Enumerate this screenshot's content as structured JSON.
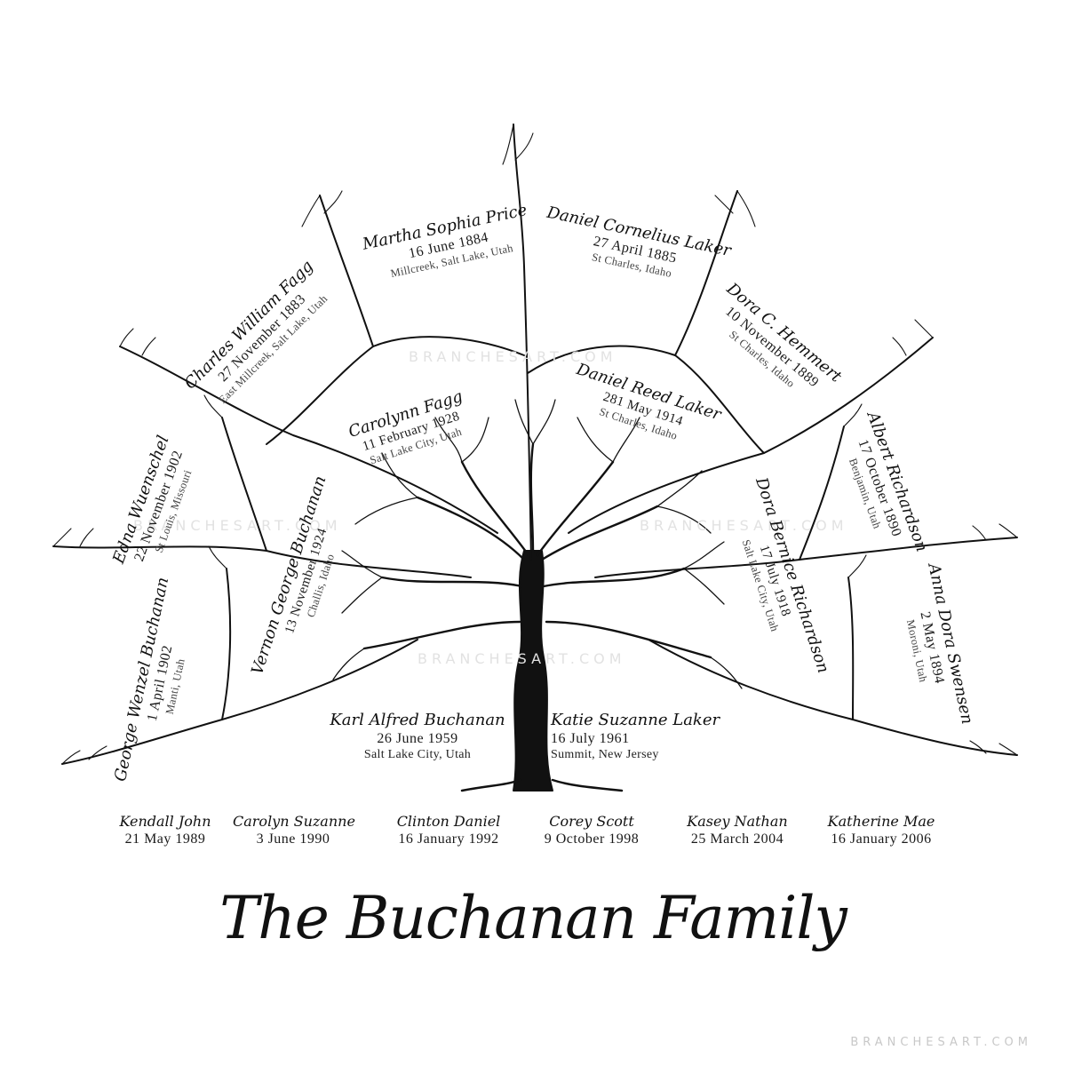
{
  "title": "The Buchanan Family",
  "watermark": "BRANCHESART.COM",
  "couple": [
    {
      "name": "Karl Alfred Buchanan",
      "date": "26 June 1959",
      "place": "Salt Lake City, Utah"
    },
    {
      "name": "Katie Suzanne Laker",
      "date": "16 July 1961",
      "place": "Summit, New Jersey"
    }
  ],
  "children": [
    {
      "name": "Kendall John",
      "date": "21 May 1989"
    },
    {
      "name": "Carolyn Suzanne",
      "date": "3 June 1990"
    },
    {
      "name": "Clinton Daniel",
      "date": "16 January 1992"
    },
    {
      "name": "Corey Scott",
      "date": "9 October 1998"
    },
    {
      "name": "Kasey Nathan",
      "date": "25 March 2004"
    },
    {
      "name": "Katherine Mae",
      "date": "16 January 2006"
    }
  ],
  "parents": [
    {
      "name": "Vernon George Buchanan",
      "date": "13 November 1924",
      "place": "Challis, Idaho"
    },
    {
      "name": "Carolynn Fagg",
      "date": "11 February 1928",
      "place": "Salt Lake City, Utah"
    },
    {
      "name": "Daniel Reed Laker",
      "date": "281 May 1914",
      "place": "St Charles, Idaho"
    },
    {
      "name": "Dora Bernice Richardson",
      "date": "17 July 1918",
      "place": "Salt Lake City, Utah"
    }
  ],
  "grandparents": [
    {
      "name": "George Wenzel Buchanan",
      "date": "1 April 1902",
      "place": "Manti, Utah"
    },
    {
      "name": "Edna Wuenschel",
      "date": "22 November 1902",
      "place": "St Louis, Missouri"
    },
    {
      "name": "Charles William Fagg",
      "date": "27 November 1883",
      "place": "East Millcreek, Salt Lake, Utah"
    },
    {
      "name": "Martha Sophia Price",
      "date": "16 June 1884",
      "place": "Millcreek, Salt Lake, Utah"
    },
    {
      "name": "Daniel Cornelius Laker",
      "date": "27 April 1885",
      "place": "St Charles, Idaho"
    },
    {
      "name": "Dora C. Hemmert",
      "date": "10 November 1889",
      "place": "St Charles, Idaho"
    },
    {
      "name": "Albert Richardson",
      "date": "17 October 1890",
      "place": "Benjamin, Utah"
    },
    {
      "name": "Anna Dora Swensen",
      "date": "2 May 1894",
      "place": "Moroni, Utah"
    }
  ]
}
